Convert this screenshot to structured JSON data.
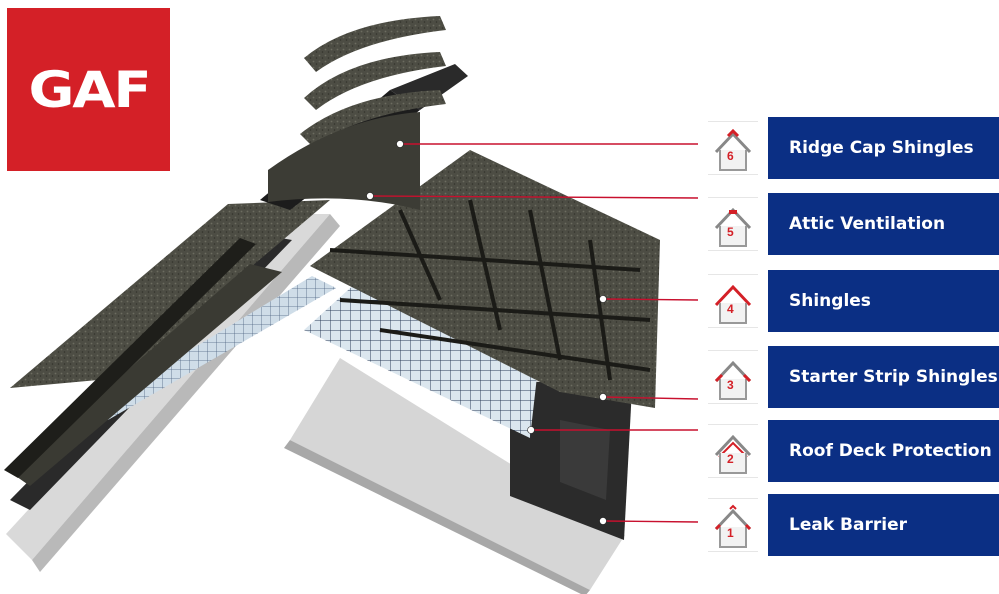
{
  "brand": {
    "logo_text": "GAF",
    "color": "#d42027"
  },
  "accent": {
    "label_bg": "#0b2f84",
    "leader_line": "#c8102e"
  },
  "layers": [
    {
      "number": "6",
      "label": "Ridge Cap Shingles"
    },
    {
      "number": "5",
      "label": "Attic Ventilation"
    },
    {
      "number": "4",
      "label": "Shingles"
    },
    {
      "number": "3",
      "label": "Starter Strip Shingles"
    },
    {
      "number": "2",
      "label": "Roof Deck Protection"
    },
    {
      "number": "1",
      "label": "Leak Barrier"
    }
  ]
}
